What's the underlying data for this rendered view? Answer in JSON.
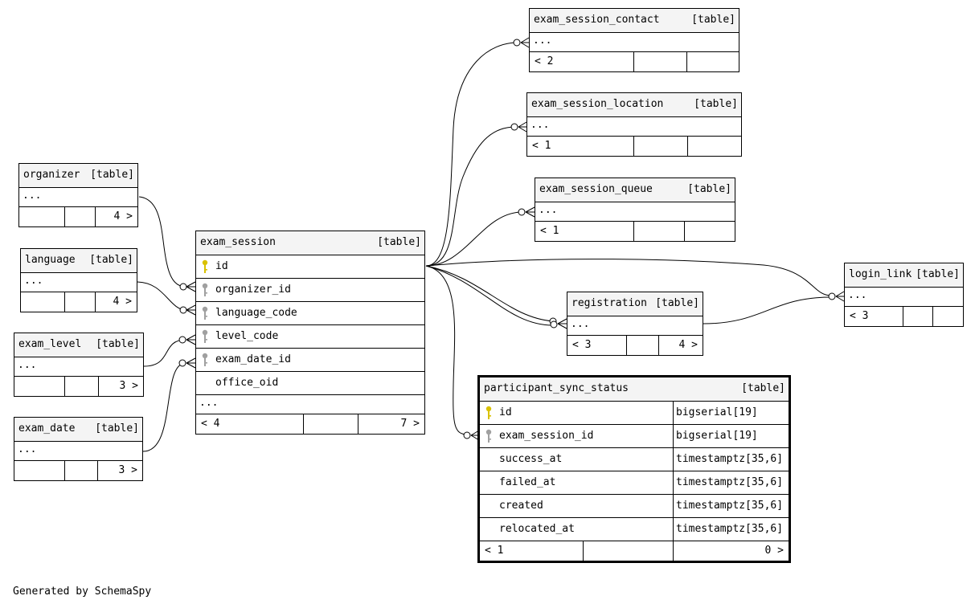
{
  "caption": "Generated by SchemaSpy",
  "colors": {
    "primary_key": "#d9c100",
    "foreign_key": "#a0a0a0",
    "header_bg": "#f4f4f4"
  },
  "tables": {
    "exam_session_contact": {
      "name": "exam_session_contact",
      "kind": "[table]",
      "more": "...",
      "foot": [
        "< 2",
        "",
        ""
      ]
    },
    "exam_session_location": {
      "name": "exam_session_location",
      "kind": "[table]",
      "more": "...",
      "foot": [
        "< 1",
        "",
        ""
      ]
    },
    "exam_session_queue": {
      "name": "exam_session_queue",
      "kind": "[table]",
      "more": "...",
      "foot": [
        "< 1",
        "",
        ""
      ]
    },
    "organizer": {
      "name": "organizer",
      "kind": "[table]",
      "more": "...",
      "foot": [
        "",
        "",
        "4 >"
      ]
    },
    "language": {
      "name": "language",
      "kind": "[table]",
      "more": "...",
      "foot": [
        "",
        "",
        "4 >"
      ]
    },
    "exam_level": {
      "name": "exam_level",
      "kind": "[table]",
      "more": "...",
      "foot": [
        "",
        "",
        "3 >"
      ]
    },
    "exam_date": {
      "name": "exam_date",
      "kind": "[table]",
      "more": "...",
      "foot": [
        "",
        "",
        "3 >"
      ]
    },
    "exam_session": {
      "name": "exam_session",
      "kind": "[table]",
      "columns": [
        "id",
        "organizer_id",
        "language_code",
        "level_code",
        "exam_date_id",
        "office_oid"
      ],
      "more": "...",
      "foot": [
        "< 4",
        "",
        "7 >"
      ]
    },
    "login_link": {
      "name": "login_link",
      "kind": "[table]",
      "more": "...",
      "foot": [
        "< 3",
        "",
        ""
      ]
    },
    "registration": {
      "name": "registration",
      "kind": "[table]",
      "more": "...",
      "foot": [
        "< 3",
        "",
        "4 >"
      ]
    },
    "participant_sync_status": {
      "name": "participant_sync_status",
      "kind": "[table]",
      "columns": [
        {
          "name": "id",
          "type": "bigserial[19]"
        },
        {
          "name": "exam_session_id",
          "type": "bigserial[19]"
        },
        {
          "name": "success_at",
          "type": "timestamptz[35,6]"
        },
        {
          "name": "failed_at",
          "type": "timestamptz[35,6]"
        },
        {
          "name": "created",
          "type": "timestamptz[35,6]"
        },
        {
          "name": "relocated_at",
          "type": "timestamptz[35,6]"
        }
      ],
      "foot": [
        "< 1",
        "",
        "0 >"
      ]
    }
  }
}
